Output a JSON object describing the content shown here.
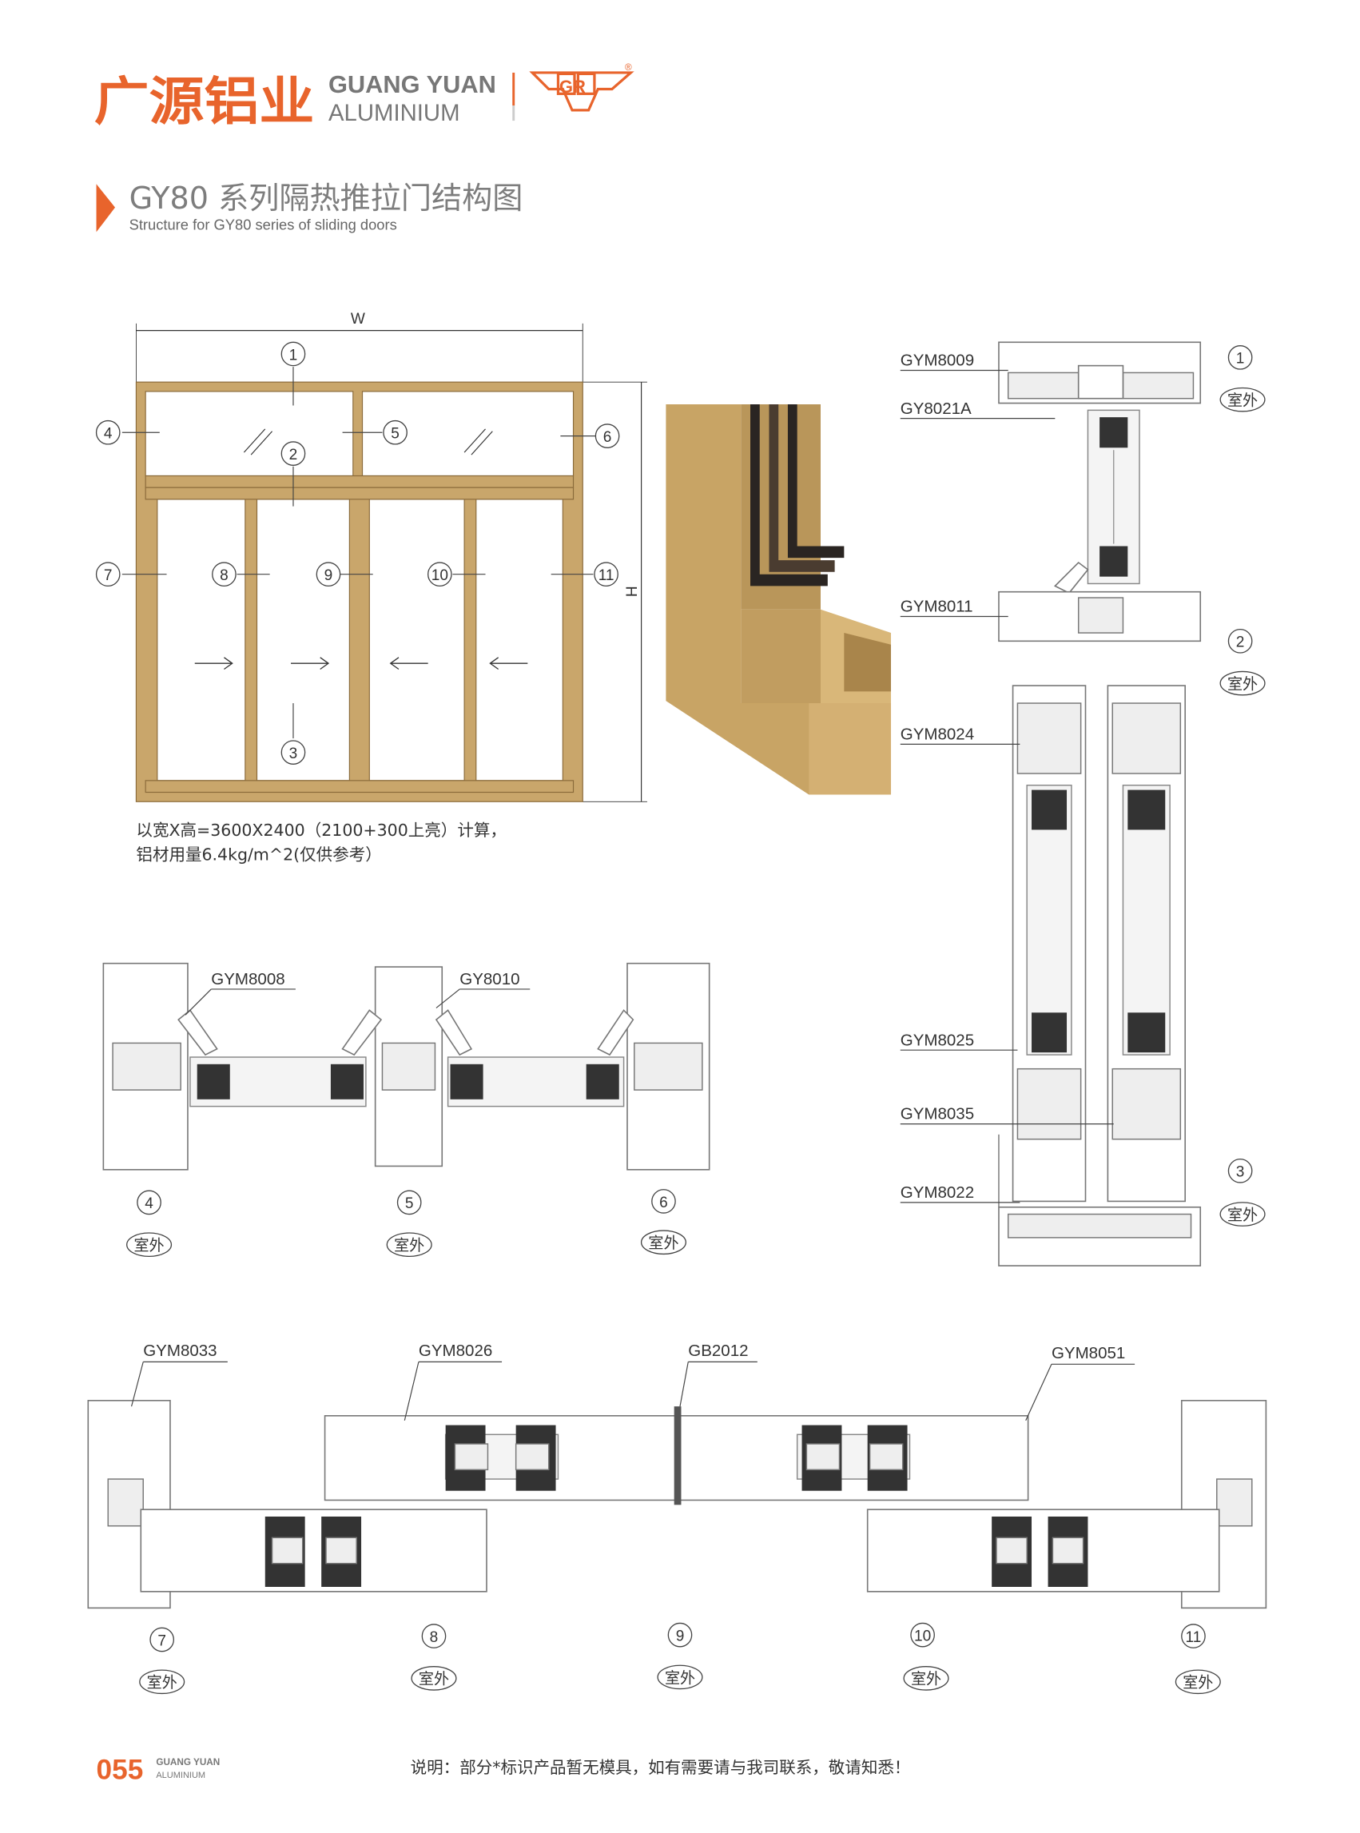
{
  "brand": {
    "name_cn": "广源铝业",
    "name_en_1": "GUANG YUAN",
    "name_en_2": "ALUMINIUM",
    "logo_text": "GR",
    "registered": "®",
    "accent_color": "#e8642c"
  },
  "title": {
    "main": "GY80 系列隔热推拉门结构图",
    "sub": "Structure for GY80 series of sliding doors"
  },
  "elevation": {
    "width_label": "W",
    "height_label": "H",
    "callouts": [
      "1",
      "2",
      "3",
      "4",
      "5",
      "6",
      "7",
      "8",
      "9",
      "10",
      "11"
    ],
    "note_line1": "以宽X高=3600X2400（2100+300上亮）计算，",
    "note_line2": "铝材用量6.4kg/m^2(仅供参考）",
    "frame_color": "#c9a66b"
  },
  "vertical_section": {
    "labels": [
      "GYM8009",
      "GY8021A",
      "GYM8011",
      "GYM8024",
      "GYM8025",
      "GYM8035",
      "GYM8022"
    ],
    "callouts": [
      "1",
      "2",
      "3"
    ],
    "outside": "室外"
  },
  "mid_section": {
    "labels": [
      "GYM8008",
      "GY8010"
    ],
    "callouts": [
      "4",
      "5",
      "6"
    ],
    "outside": "室外"
  },
  "bottom_section": {
    "labels": [
      "GYM8033",
      "GYM8026",
      "GB2012",
      "GYM8051"
    ],
    "callouts": [
      "7",
      "8",
      "9",
      "10",
      "11"
    ],
    "outside": "室外"
  },
  "footer": {
    "page": "055",
    "brand_1": "GUANG YUAN",
    "brand_2": "ALUMINIUM",
    "note": "说明：部分*标识产品暂无模具，如有需要请与我司联系，敬请知悉！"
  }
}
